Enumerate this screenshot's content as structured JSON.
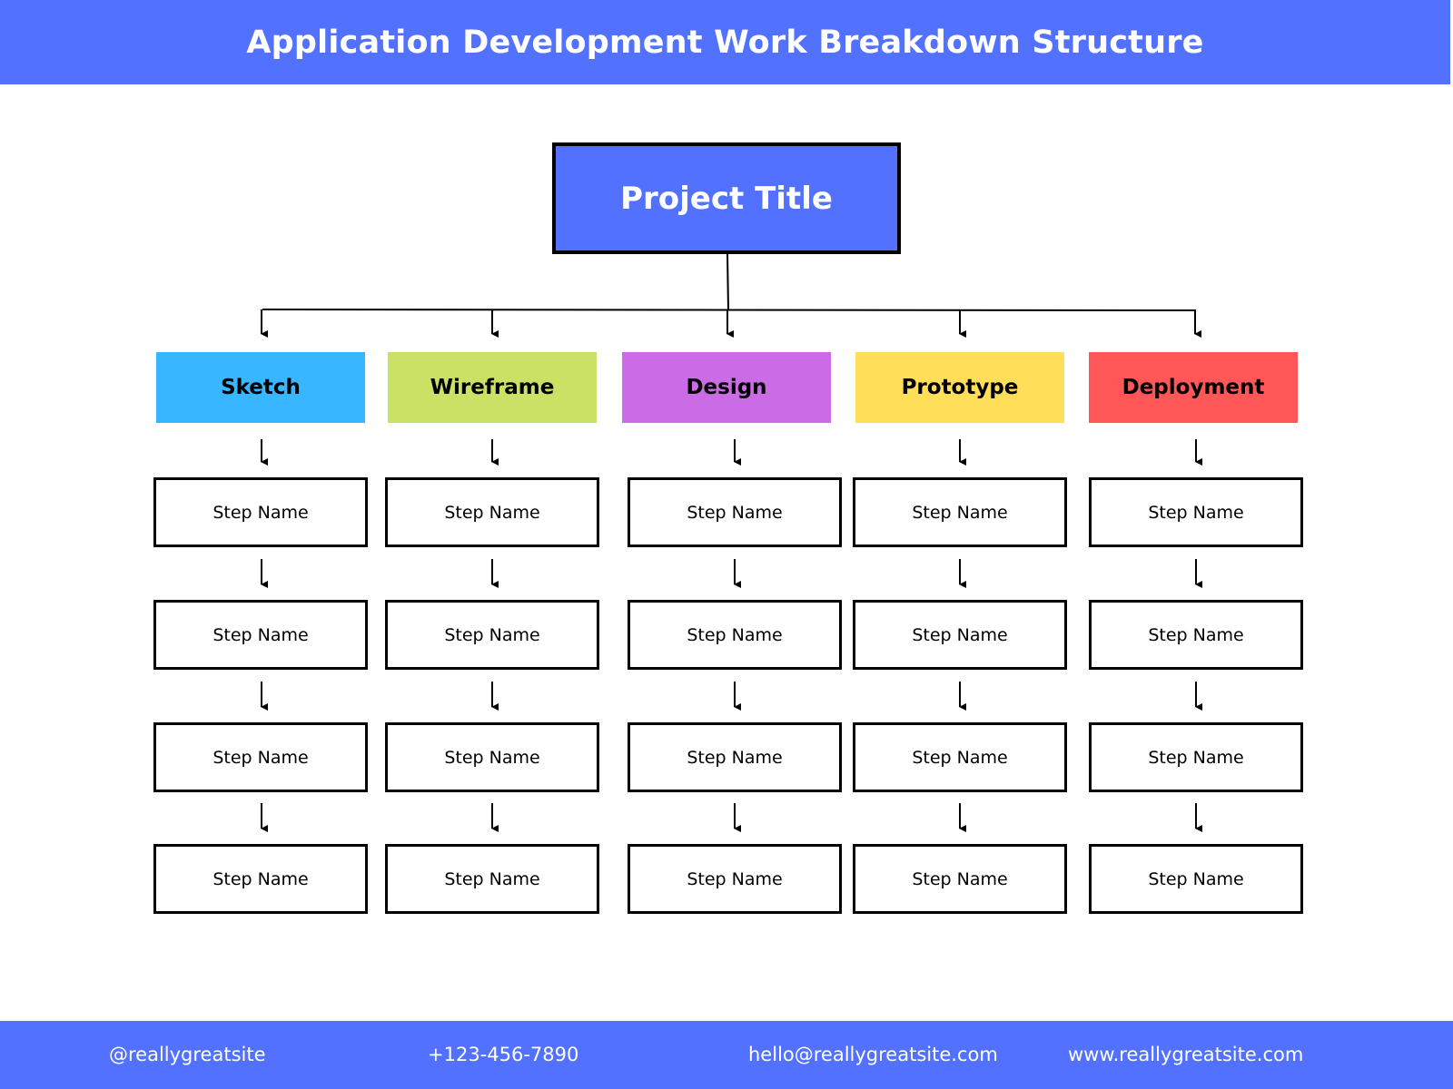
{
  "header": {
    "title": "Application Development Work Breakdown Structure"
  },
  "root": {
    "label": "Project Title",
    "color": "#5271ff"
  },
  "phases": [
    {
      "label": "Sketch",
      "color": "#38b6ff",
      "steps": [
        "Step Name",
        "Step Name",
        "Step Name",
        "Step Name"
      ]
    },
    {
      "label": "Wireframe",
      "color": "#c9e265",
      "steps": [
        "Step Name",
        "Step Name",
        "Step Name",
        "Step Name"
      ]
    },
    {
      "label": "Design",
      "color": "#cb6ce6",
      "steps": [
        "Step Name",
        "Step Name",
        "Step Name",
        "Step Name"
      ]
    },
    {
      "label": "Prototype",
      "color": "#ffde59",
      "steps": [
        "Step Name",
        "Step Name",
        "Step Name",
        "Step Name"
      ]
    },
    {
      "label": "Deployment",
      "color": "#ff5757",
      "steps": [
        "Step Name",
        "Step Name",
        "Step Name",
        "Step Name"
      ]
    }
  ],
  "footer": {
    "social": "@reallygreatsite",
    "phone": "+123-456-7890",
    "email": "hello@reallygreatsite.com",
    "website": "www.reallygreatsite.com"
  }
}
